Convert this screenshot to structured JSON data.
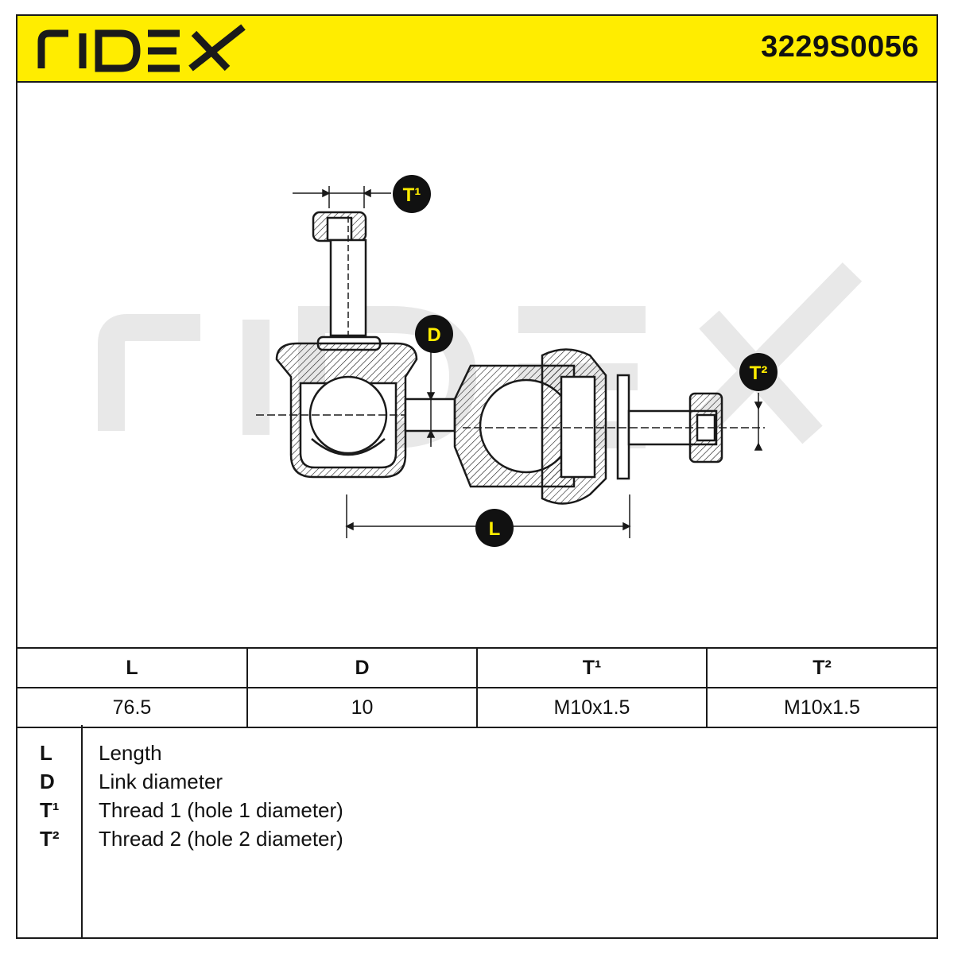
{
  "header": {
    "brand": "RIDEX",
    "part_number": "3229S0056",
    "colors": {
      "band": "#ffed00",
      "ink": "#1a1a1a"
    }
  },
  "diagram": {
    "labels": {
      "t1": "T¹",
      "d": "D",
      "t2": "T²",
      "l": "L"
    },
    "watermark": "RIDEX"
  },
  "spec_table": {
    "headers": [
      "L",
      "D",
      "T¹",
      "T²"
    ],
    "values": [
      "76.5",
      "10",
      "M10x1.5",
      "M10x1.5"
    ]
  },
  "legend": [
    {
      "key": "L",
      "desc": "Length"
    },
    {
      "key": "D",
      "desc": "Link diameter"
    },
    {
      "key": "T¹",
      "desc": "Thread 1 (hole 1 diameter)"
    },
    {
      "key": "T²",
      "desc": "Thread 2 (hole 2 diameter)"
    }
  ]
}
